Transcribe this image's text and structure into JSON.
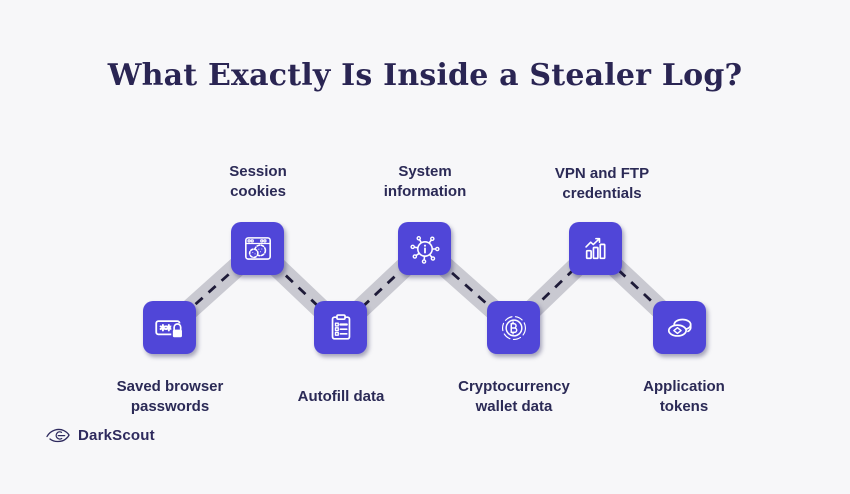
{
  "title": "What Exactly Is Inside a Stealer Log?",
  "brand": {
    "name": "DarkScout",
    "logo_icon": "eye-swirl-icon"
  },
  "colors": {
    "background": "#f7f7f9",
    "tile": "#5046d8",
    "tile_icon": "#ffffff",
    "path_band": "#c9c9d1",
    "path_dash": "#1e1b38",
    "title_text": "#2a2553",
    "label_text": "#2b2a56",
    "brand_text": "#2e2a5e"
  },
  "items": [
    {
      "label": "Saved browser\npasswords",
      "icon": "password-lock-icon",
      "row": "bottom"
    },
    {
      "label": "Session\ncookies",
      "icon": "browser-cookies-icon",
      "row": "top"
    },
    {
      "label": "Autofill data",
      "icon": "clipboard-checklist-icon",
      "row": "bottom"
    },
    {
      "label": "System\ninformation",
      "icon": "network-info-icon",
      "row": "top"
    },
    {
      "label": "Cryptocurrency\nwallet data",
      "icon": "bitcoin-icon",
      "row": "bottom"
    },
    {
      "label": "VPN and FTP\ncredentials",
      "icon": "bar-chart-icon",
      "row": "top"
    },
    {
      "label": "Application\ntokens",
      "icon": "coins-icon",
      "row": "bottom"
    }
  ]
}
